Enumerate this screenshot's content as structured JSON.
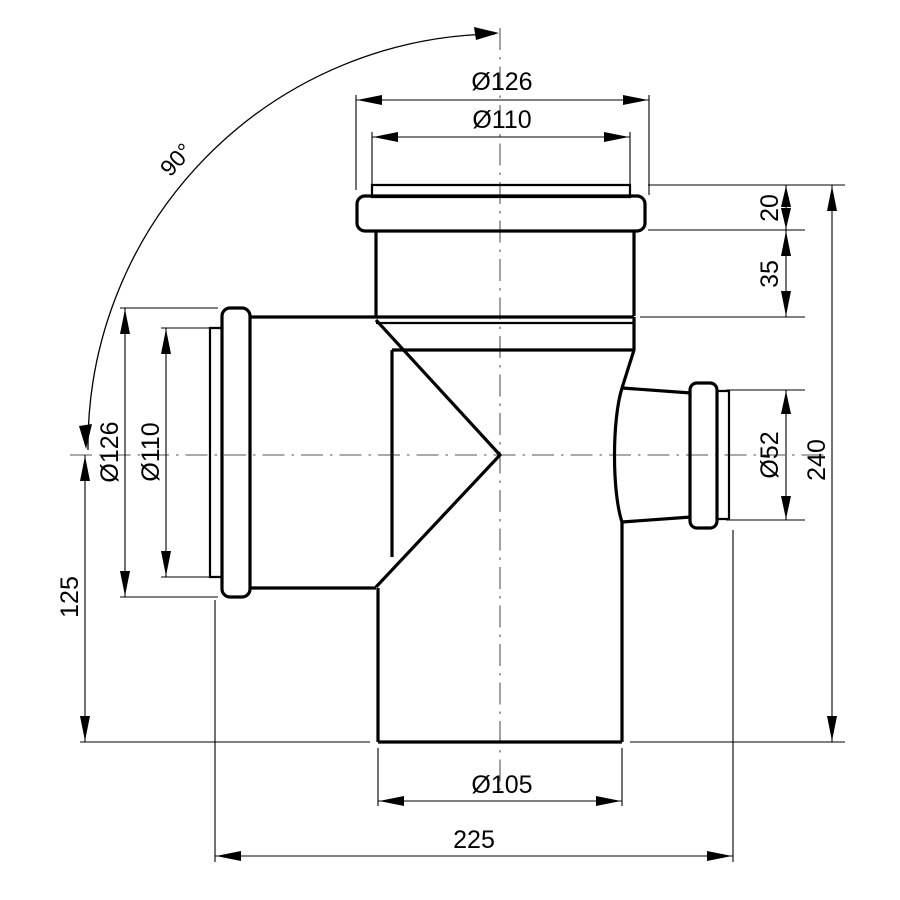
{
  "drawing": {
    "kind": "technical-dimension-drawing",
    "subject": "90-degree pipe branch fitting cross-section",
    "background_color": "#ffffff",
    "line_color": "#000000",
    "centerline_color": "#555555"
  },
  "dimensions": {
    "top_outer_diameter": {
      "label": "Ø126",
      "value": 126,
      "unit": "mm",
      "orientation": "horizontal",
      "position": "top"
    },
    "top_inner_diameter": {
      "label": "Ø110",
      "value": 110,
      "unit": "mm",
      "orientation": "horizontal",
      "position": "top"
    },
    "left_outer_diameter": {
      "label": "Ø126",
      "value": 126,
      "unit": "mm",
      "orientation": "vertical",
      "position": "left"
    },
    "left_inner_diameter": {
      "label": "Ø110",
      "value": 110,
      "unit": "mm",
      "orientation": "vertical",
      "position": "left"
    },
    "branch_diameter": {
      "label": "Ø52",
      "value": 52,
      "unit": "mm",
      "orientation": "vertical",
      "position": "right"
    },
    "bottom_diameter": {
      "label": "Ø105",
      "value": 105,
      "unit": "mm",
      "orientation": "horizontal",
      "position": "bottom"
    },
    "lip_height": {
      "label": "20",
      "value": 20,
      "unit": "mm",
      "orientation": "vertical",
      "position": "right"
    },
    "socket_height": {
      "label": "35",
      "value": 35,
      "unit": "mm",
      "orientation": "vertical",
      "position": "right"
    },
    "overall_height": {
      "label": "240",
      "value": 240,
      "unit": "mm",
      "orientation": "vertical",
      "position": "right"
    },
    "centerline_to_bottom": {
      "label": "125",
      "value": 125,
      "unit": "mm",
      "orientation": "vertical",
      "position": "left"
    },
    "overall_width": {
      "label": "225",
      "value": 225,
      "unit": "mm",
      "orientation": "horizontal",
      "position": "bottom"
    },
    "branch_angle": {
      "label": "90°",
      "value": 90,
      "unit": "degrees",
      "orientation": "arc",
      "position": "upper-left"
    }
  },
  "labels": {
    "top_outer": "Ø126",
    "top_inner": "Ø110",
    "left_outer": "Ø126",
    "left_inner": "Ø110",
    "branch": "Ø52",
    "bottom": "Ø105",
    "lip": "20",
    "socket": "35",
    "height": "240",
    "center_to_bottom": "125",
    "width": "225",
    "angle": "90°"
  }
}
